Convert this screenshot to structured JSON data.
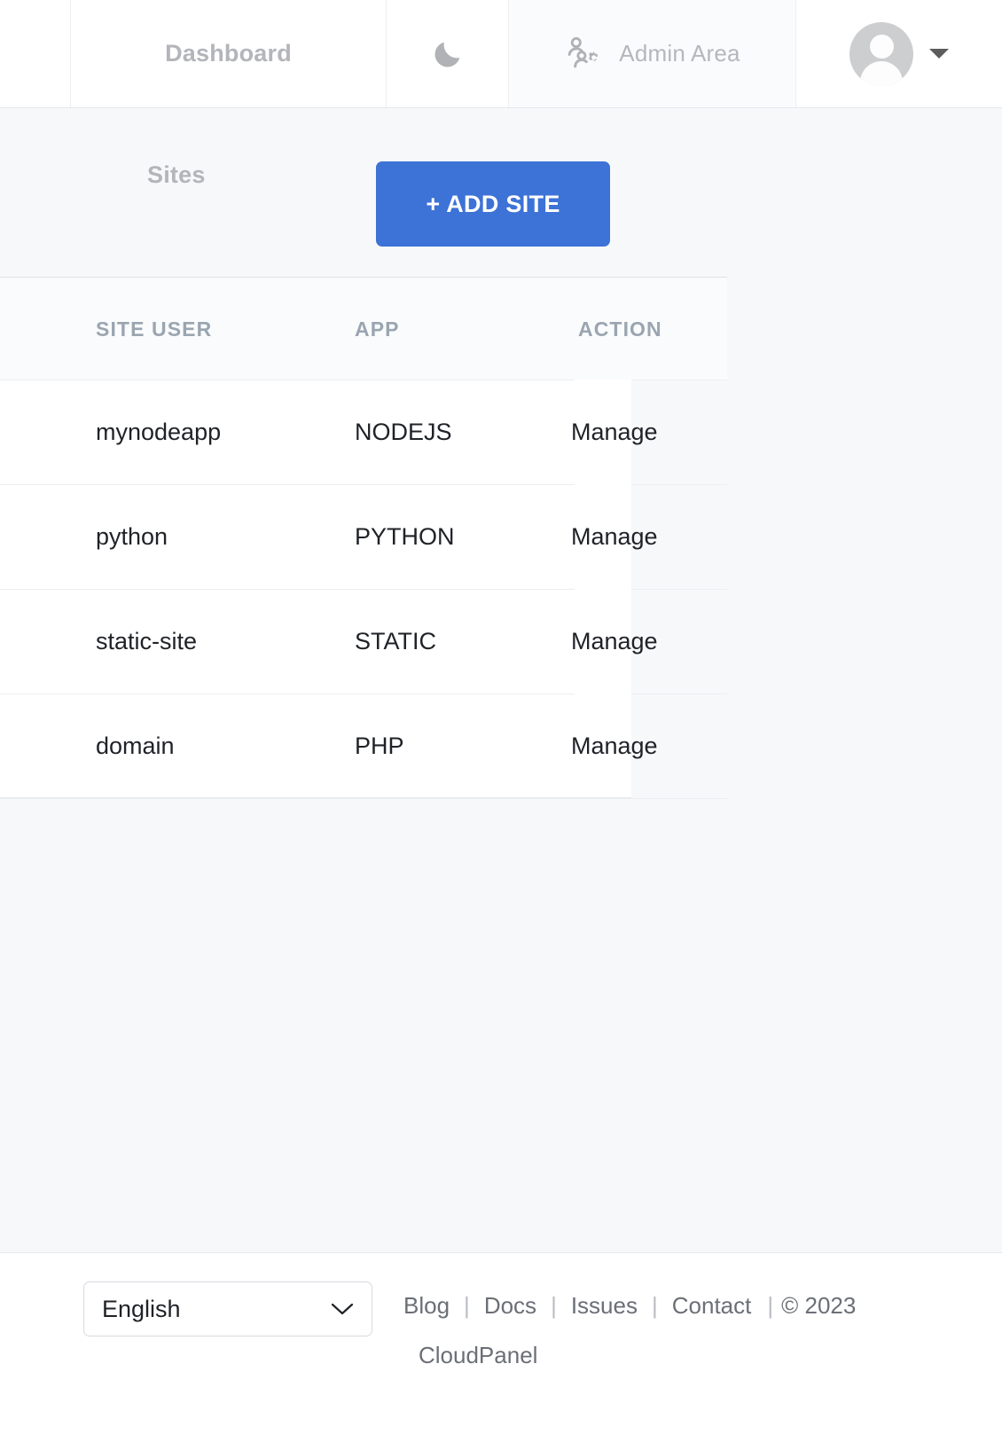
{
  "topbar": {
    "dashboard_label": "Dashboard",
    "dark_mode_icon": "moon-icon",
    "admin_area_icon": "manage-accounts-icon",
    "admin_area_label": "Admin Area",
    "avatar_icon": "user-avatar",
    "user_menu_caret": "caret-down-icon"
  },
  "sites": {
    "title": "Sites",
    "add_button_label": "+ ADD SITE",
    "accent_color": "#3d72d6",
    "table": {
      "columns": [
        "SITE USER",
        "APP",
        "ACTION"
      ],
      "rows": [
        {
          "site_user": "mynodeapp",
          "app": "NODEJS",
          "action": "Manage"
        },
        {
          "site_user": "python",
          "app": "PYTHON",
          "action": "Manage"
        },
        {
          "site_user": "static-site",
          "app": "STATIC",
          "action": "Manage"
        },
        {
          "site_user": "domain",
          "app": "PHP",
          "action": "Manage"
        }
      ]
    }
  },
  "footer": {
    "language": {
      "selected": "English",
      "chevron_icon": "chevron-down-icon"
    },
    "links": [
      {
        "label": "Blog"
      },
      {
        "label": "Docs"
      },
      {
        "label": "Issues"
      },
      {
        "label": "Contact"
      }
    ],
    "separator": "|",
    "copyright": "© 2023",
    "brand": "CloudPanel"
  }
}
